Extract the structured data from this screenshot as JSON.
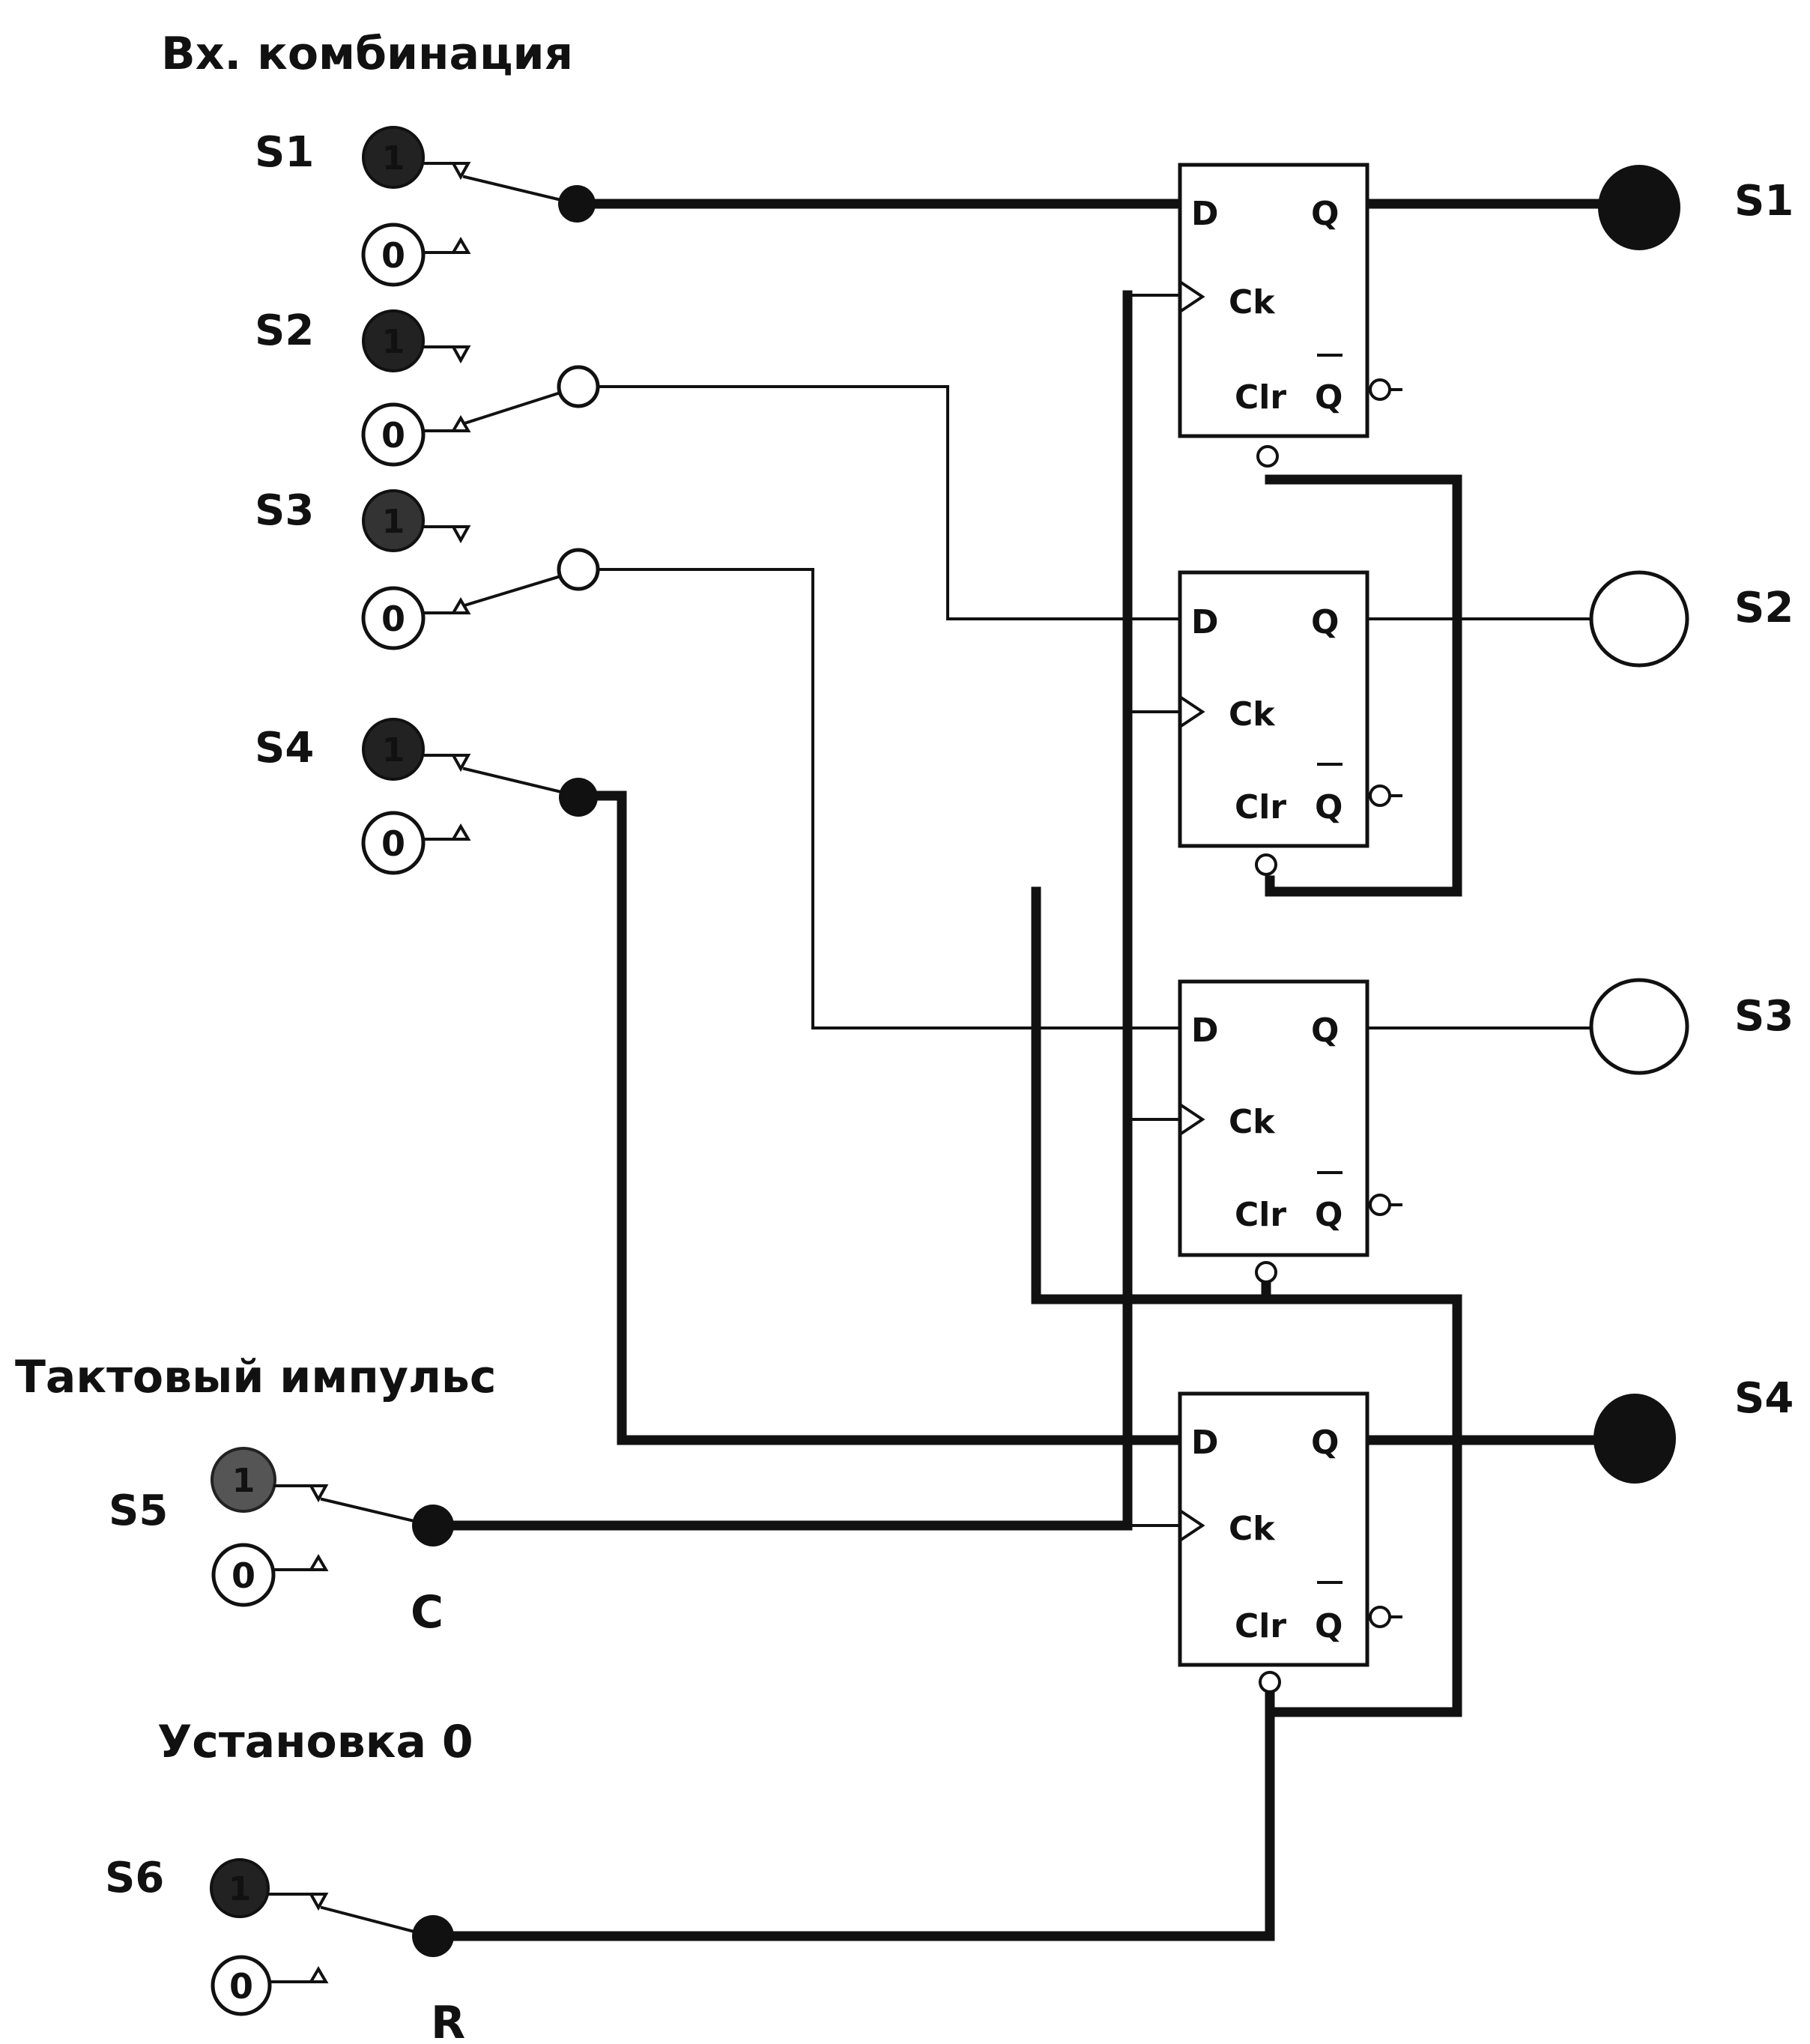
{
  "title_inputs": "Вх. комбинация",
  "title_clock": "Тактовый импульс",
  "title_reset": "Установка 0",
  "input_switches": [
    "S1",
    "S2",
    "S3",
    "S4"
  ],
  "clock_switch": "S5",
  "reset_switch": "S6",
  "clock_node": "C",
  "reset_node": "R",
  "switch_one": "1",
  "switch_zero": "0",
  "input_states": [
    1,
    0,
    0,
    1
  ],
  "clock_state": 1,
  "reset_state": 1,
  "flipflop_pins": {
    "d": "D",
    "q": "Q",
    "ck": "Ck",
    "clr": "Clr",
    "qbar": "Q"
  },
  "output_lamps": [
    "S1",
    "S2",
    "S3",
    "S4"
  ],
  "output_states": [
    1,
    0,
    0,
    1
  ],
  "colors": {
    "ink": "#111111",
    "lamp_on": "#111111",
    "lamp_off": "#ffffff",
    "background": "#ffffff"
  }
}
